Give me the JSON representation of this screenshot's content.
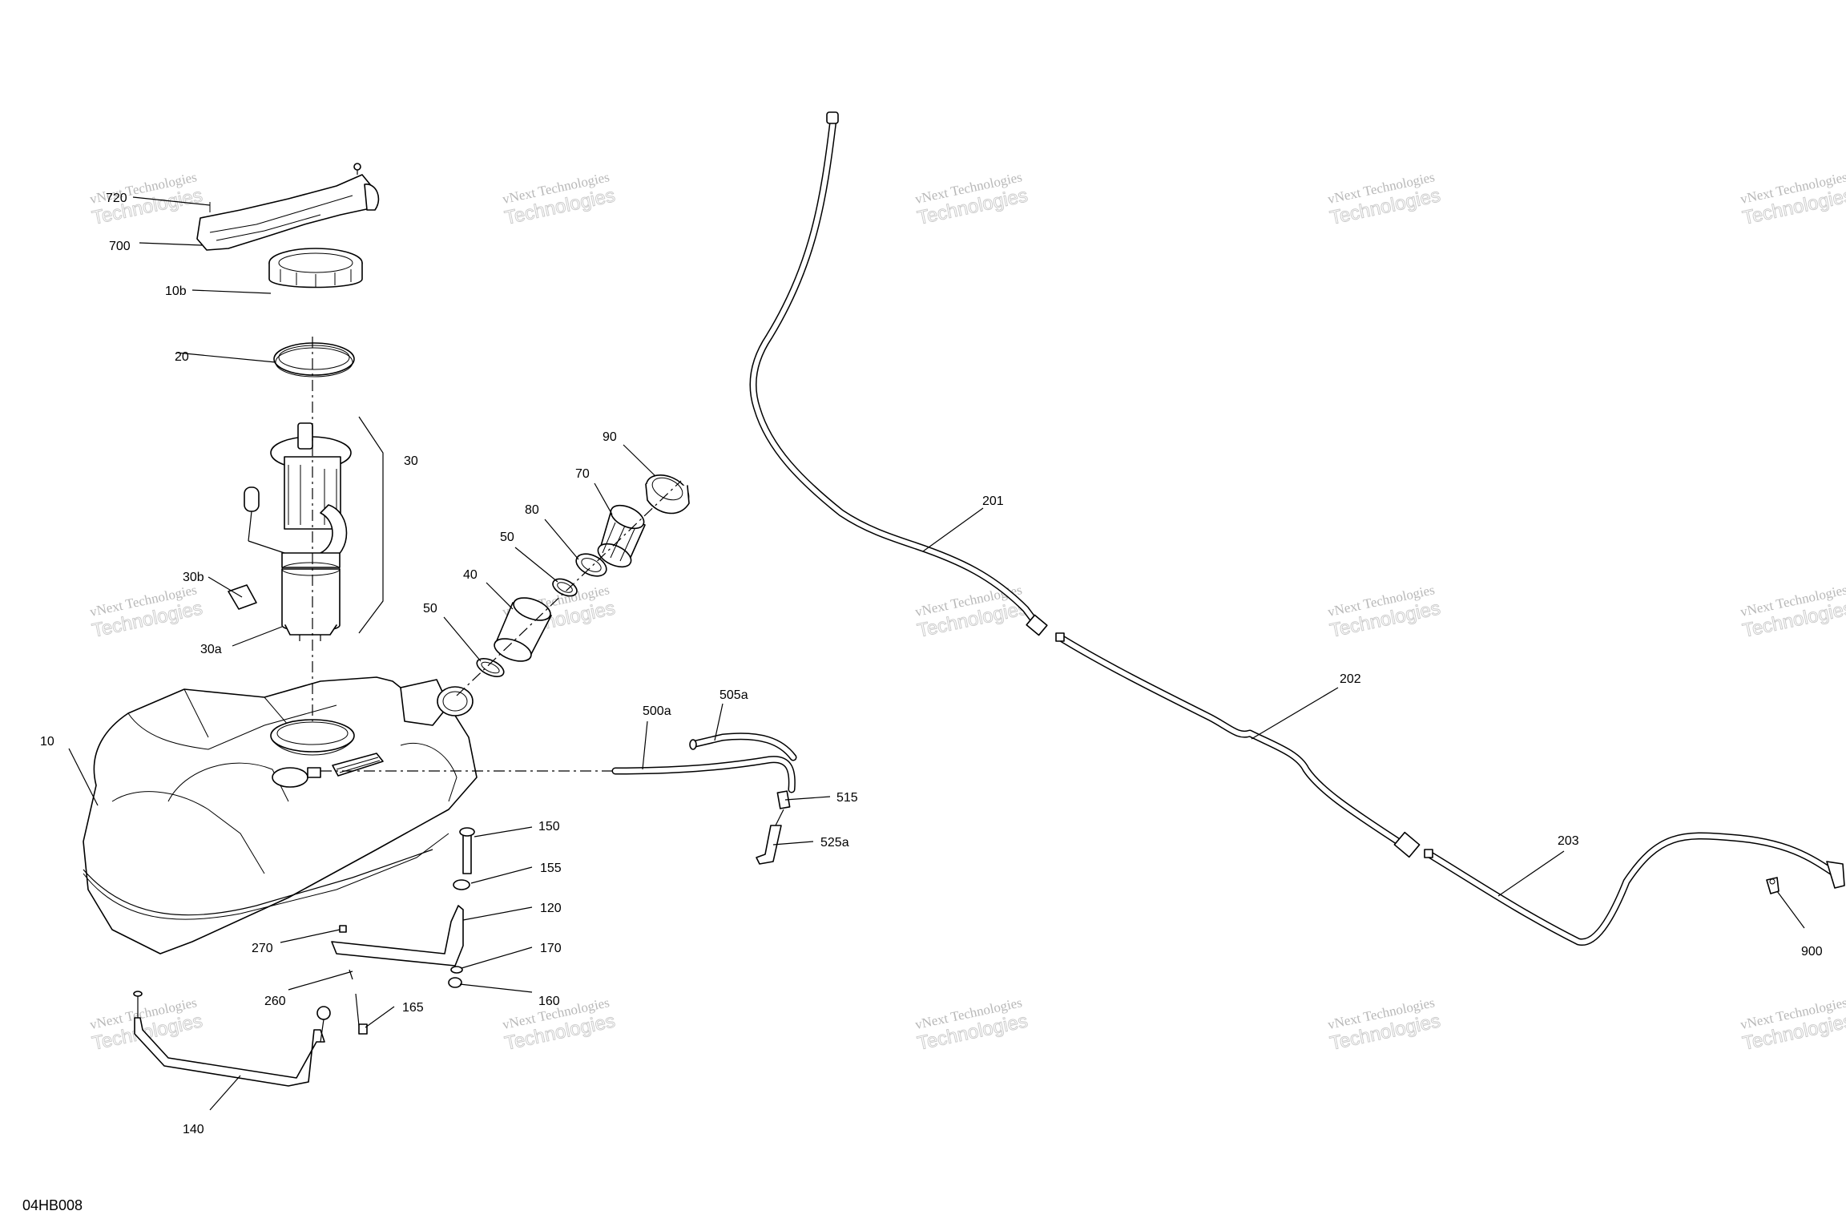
{
  "drawing_code": "04HB008",
  "watermark": {
    "line1": "vNext Technologies",
    "line2": "Technologies"
  },
  "callouts": [
    "720",
    "700",
    "10b",
    "20",
    "30",
    "30b",
    "30a",
    "10",
    "90",
    "70",
    "80",
    "50",
    "40",
    "50",
    "201",
    "202",
    "203",
    "900",
    "500a",
    "505a",
    "515",
    "525a",
    "150",
    "155",
    "120",
    "170",
    "160",
    "165",
    "270",
    "260",
    "140"
  ]
}
